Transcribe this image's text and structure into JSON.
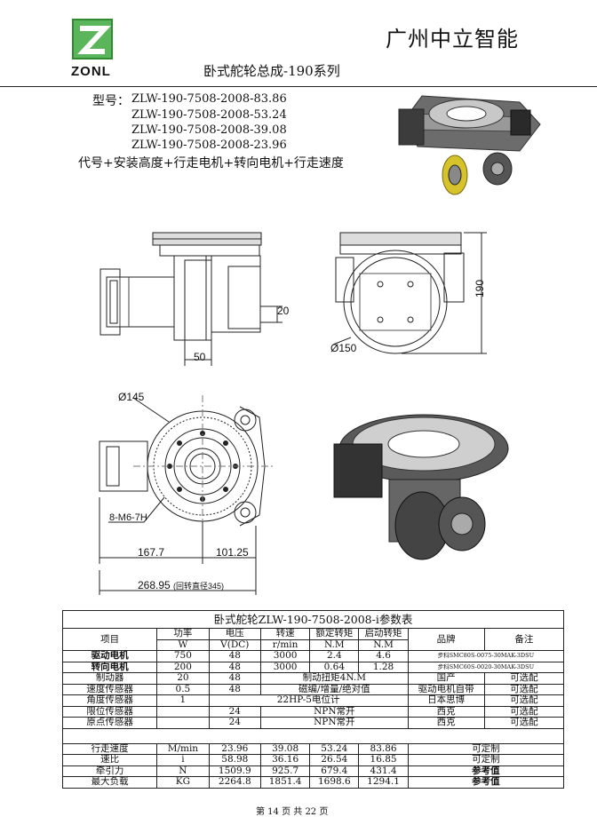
{
  "header": {
    "company": "广州中立智能",
    "logo_text": "ZONL",
    "subtitle": "卧式舵轮总成-190系列"
  },
  "models": {
    "label": "型号：",
    "items": [
      "ZLW-190-7508-2008-83.86",
      "ZLW-190-7508-2008-53.24",
      "ZLW-190-7508-2008-39.08",
      "ZLW-190-7508-2008-23.96"
    ],
    "code_desc": "代号+安装高度+行走电机+转向电机+行走速度"
  },
  "dimensions": {
    "d20": "20",
    "d50": "50",
    "d190": "190",
    "phi150": "Ø150",
    "phi145": "Ø145",
    "m6": "8-M6-7H",
    "d167": "167.7",
    "d101": "101.25",
    "d268": "268.95",
    "d268_note": "(回转直径345)"
  },
  "table": {
    "title": "卧式舵轮ZLW-190-7508-2008-i参数表",
    "headers": [
      "项目",
      "功率",
      "电压",
      "转速",
      "额定转矩",
      "启动转矩",
      "品牌",
      "备注"
    ],
    "units": [
      "W",
      "V(DC)",
      "r/min",
      "N.M",
      "N.M"
    ],
    "drive": [
      "驱动电机",
      "750",
      "48",
      "3000",
      "2.4",
      "4.6",
      "步科SMC80S-0075-30MAK-3DSU"
    ],
    "steer": [
      "转向电机",
      "200",
      "48",
      "3000",
      "0.64",
      "1.28",
      "步科SMC60S-0020-30MAK-3DSU"
    ],
    "brake": [
      "制动器",
      "20",
      "48",
      "制动扭矩4N.M",
      "国产",
      "可选配"
    ],
    "speed_sensor": [
      "速度传感器",
      "0.5",
      "48",
      "磁编/增量/绝对值",
      "驱动电机自带",
      "可选配"
    ],
    "angle_sensor": [
      "角度传感器",
      "1",
      "22HP-5电位计",
      "日本思博",
      "可选配"
    ],
    "limit_sensor": [
      "限位传感器",
      "24",
      "NPN常开",
      "西克",
      "可选配"
    ],
    "origin_sensor": [
      "原点传感器",
      "24",
      "NPN常开",
      "西克",
      "可选配"
    ],
    "travel": [
      "行走速度",
      "M/min",
      "23.96",
      "39.08",
      "53.24",
      "83.86",
      "可定制"
    ],
    "ratio": [
      "速比",
      "i",
      "58.98",
      "36.16",
      "26.54",
      "16.85",
      "可定制"
    ],
    "traction": [
      "牵引力",
      "N",
      "1509.9",
      "925.7",
      "679.4",
      "431.4",
      "参考值"
    ],
    "load": [
      "最大负载",
      "KG",
      "2264.8",
      "1851.4",
      "1698.6",
      "1294.1",
      "参考值"
    ]
  },
  "footer": "第 14 页  共 22 页"
}
